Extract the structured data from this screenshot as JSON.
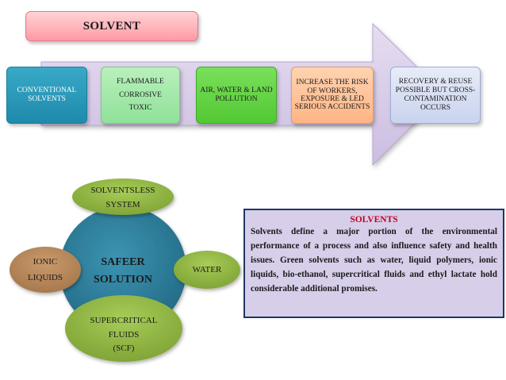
{
  "title": "SOLVENT",
  "flow": {
    "conventional": "CONVENTIONAL SOLVENTS",
    "flammable": [
      "FLAMMABLE",
      "CORROSIVE",
      "TOXIC"
    ],
    "pollution": "AIR, WATER & LAND POLLUTION",
    "risk": "INCREASE THE RISK OF WORKERS, EXPOSURE & LED SERIOUS ACCIDENTS",
    "recovery": "RECOVERY & REUSE POSSIBLE BUT CROSS-CONTAMINATION OCCURS"
  },
  "cycle": {
    "center": [
      "SAFEER",
      "SOLUTION"
    ],
    "solventless": [
      "SOLVENTSLESS",
      "SYSTEM"
    ],
    "ionic": [
      "IONIC",
      "LIQUIDS"
    ],
    "water": "WATER",
    "scf": [
      "SUPERCRITICAL",
      "FLUIDS",
      "(SCF)"
    ]
  },
  "info": {
    "title": "SOLVENTS",
    "body": "Solvents define a major portion of the environmental performance of a process and also influence safety and health issues. Green solvents such as water, liquid polymers, ionic liquids, bio-ethanol, supercritical fluids and ethyl lactate hold considerable additional promises."
  },
  "colors": {
    "arrow": "#d9cdea",
    "title_pill": "#ff9aa3",
    "conventional_box": "#2a98bb",
    "flammable_box": "#a3e6ab",
    "pollution_box": "#5fcf3f",
    "risk_box": "#ffc49a",
    "recovery_box": "#d8def2",
    "center_circle": "#2f7f9b",
    "ring_circles": "#8fb43f",
    "ionic_circle": "#b98a5c",
    "info_box": "#d7ceea",
    "info_title": "#c0001a"
  }
}
